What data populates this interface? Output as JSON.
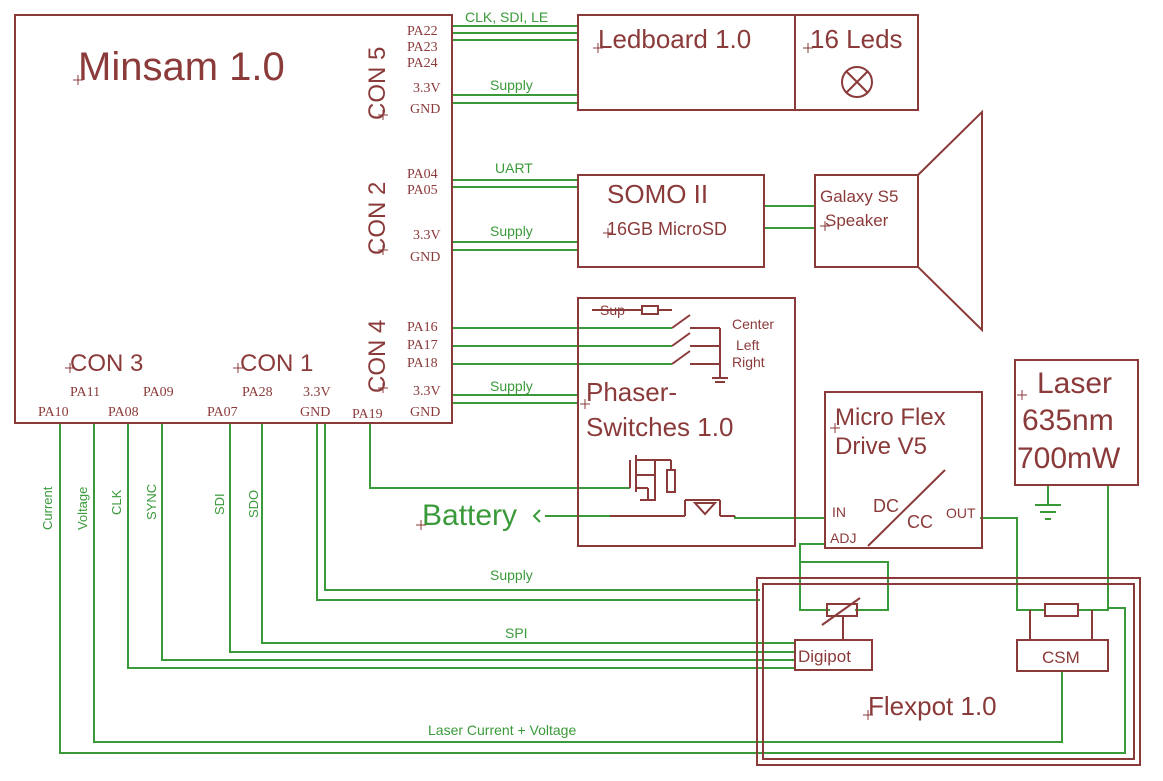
{
  "title": "Minsam 1.0",
  "connectors": {
    "con5": "CON 5",
    "con2": "CON 2",
    "con4": "CON 4",
    "con3": "CON 3",
    "con1": "CON 1"
  },
  "pins": {
    "pa22": "PA22",
    "pa23": "PA23",
    "pa24": "PA24",
    "v33_a": "3.3V",
    "gnd_a": "GND",
    "pa04": "PA04",
    "pa05": "PA05",
    "v33_b": "3.3V",
    "gnd_b": "GND",
    "pa16": "PA16",
    "pa17": "PA17",
    "pa18": "PA18",
    "v33_c": "3.3V",
    "gnd_c": "GND",
    "pa19": "PA19",
    "pa11": "PA11",
    "pa09": "PA09",
    "pa10": "PA10",
    "pa08": "PA08",
    "pa28": "PA28",
    "v33_d": "3.3V",
    "pa07": "PA07",
    "gnd_d": "GND"
  },
  "modules": {
    "ledboard": "Ledboard 1.0",
    "leds": "16 Leds",
    "somo_title": "SOMO II",
    "somo_sub": "16GB MicroSD",
    "speaker_l1": "Galaxy S5",
    "speaker_l2": "Speaker",
    "phaser_l1": "Phaser-",
    "phaser_l2": "Switches 1.0",
    "sw_sup": "Sup",
    "sw_center": "Center",
    "sw_left": "Left",
    "sw_right": "Right",
    "driver_l1": "Micro Flex",
    "driver_l2": "Drive V5",
    "drv_in": "IN",
    "drv_adj": "ADJ",
    "drv_dc": "DC",
    "drv_cc": "CC",
    "drv_out": "OUT",
    "laser_l1": "Laser",
    "laser_l2": "635nm",
    "laser_l3": "700mW",
    "flexpot": "Flexpot 1.0",
    "digipot": "Digipot",
    "csm": "CSM"
  },
  "nets": {
    "clk_sdi_le": "CLK, SDI, LE",
    "supply_1": "Supply",
    "uart": "UART",
    "supply_2": "Supply",
    "supply_3": "Supply",
    "supply_4": "Supply",
    "battery": "Battery",
    "spi": "SPI",
    "laser_cv": "Laser Current + Voltage",
    "v_current": "Current",
    "v_voltage": "Voltage",
    "v_clk": "CLK",
    "v_sync": "SYNC",
    "v_sdi": "SDI",
    "v_sdo": "SDO"
  },
  "colors": {
    "outline": "#8b3a3a",
    "wire": "#3a9a3a",
    "background": "#ffffff"
  }
}
